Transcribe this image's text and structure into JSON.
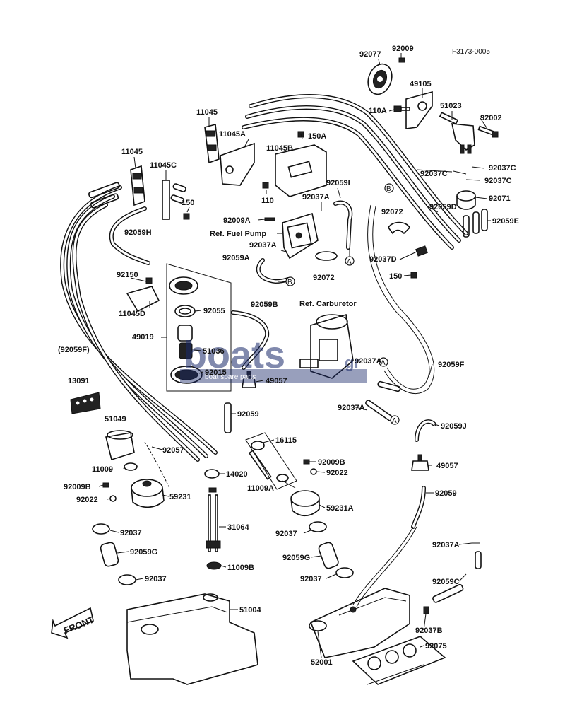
{
  "drawing_code": "F3173-0005",
  "watermark": {
    "brand": "boats",
    "tagline": "boat spare parts",
    "suffix": "gr"
  },
  "front_arrow": "FRONT",
  "ref_labels": {
    "fuel_pump": "Ref. Fuel Pump",
    "carburetor": "Ref. Carburetor"
  },
  "markers": [
    "A",
    "B"
  ],
  "parts": {
    "p92077": "92077",
    "p92009": "92009",
    "p49105": "49105",
    "p110A": "110A",
    "p51023": "51023",
    "p92002": "92002",
    "p11045_a": "11045",
    "p11045A": "11045A",
    "p150A": "150A",
    "p11045B": "11045B",
    "p11045_b": "11045",
    "p11045C": "11045C",
    "p92059I": "92059I",
    "p92037A_1": "92037A",
    "p110": "110",
    "p150": "150",
    "p92037C_1": "92037C",
    "p92037C_2": "92037C",
    "p92037C_3": "92037C",
    "p92071": "92071",
    "p92009A": "92009A",
    "p92072_1": "92072",
    "p92059D": "92059D",
    "p92059E": "92059E",
    "p92059H": "92059H",
    "p92037A_2": "92037A",
    "p92059A": "92059A",
    "p92072_2": "92072",
    "p92037D": "92037D",
    "p150_2": "150",
    "p92150": "92150",
    "p92055": "92055",
    "p11045D": "11045D",
    "p92059B": "92059B",
    "p49019": "49019",
    "p51036": "51036",
    "p92059F_l": "(92059F)",
    "p92037A_3": "92037A",
    "p92059F_r": "92059F",
    "p92015": "92015",
    "p49057_1": "49057",
    "p13091": "13091",
    "p92059_1": "92059",
    "p92037A_4": "92037A",
    "p51049": "51049",
    "p92057": "92057",
    "p16115": "16115",
    "p92059J": "92059J",
    "p92009B_1": "92009B",
    "p92022_1": "92022",
    "p11009_1": "11009",
    "p49057_2": "49057",
    "p14020": "14020",
    "p11009A": "11009A",
    "p92009B_2": "92009B",
    "p59231": "59231",
    "p92022_2": "92022",
    "p92059_2": "92059",
    "p59231A": "59231A",
    "p92037_1": "92037",
    "p31064": "31064",
    "p92037_2": "92037",
    "p92059G_1": "92059G",
    "p92059G_2": "92059G",
    "p92037A_5": "92037A",
    "p11009B": "11009B",
    "p92037_3": "92037",
    "p92037_4": "92037",
    "p92059C": "92059C",
    "p51004": "51004",
    "p92037B": "92037B",
    "p92075": "92075",
    "p52001": "52001"
  }
}
